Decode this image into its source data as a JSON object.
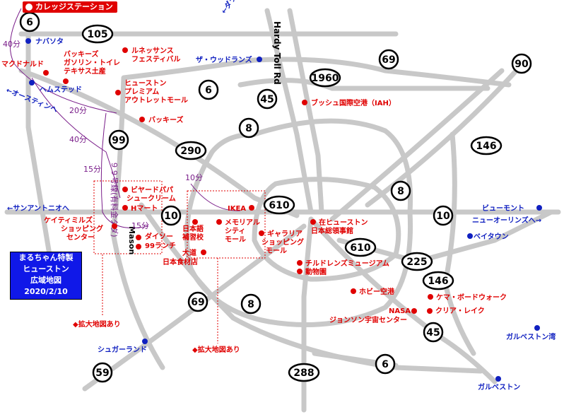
{
  "header_badge": "カレッジステーション",
  "info_box": {
    "line1": "まるちゃん特製",
    "line2": "ヒューストン",
    "line3": "広域地図",
    "line4": "2020/2/10"
  },
  "routes": {
    "r6a": "6",
    "r105": "105",
    "r69a": "69",
    "r90": "90",
    "r1960": "1960",
    "r6b": "6",
    "r45a": "45",
    "r8a": "8",
    "r99": "99",
    "r290": "290",
    "r146a": "146",
    "r8b": "8",
    "r610a": "610",
    "r10a": "10",
    "r10b": "10",
    "r610b": "610",
    "r225": "225",
    "r146b": "146",
    "r69b": "69",
    "r8c": "8",
    "r45b": "45",
    "r288": "288",
    "r6c": "6",
    "r59": "59"
  },
  "road_names": {
    "hardy": "Hardy Toll Rd",
    "mason": "Mason",
    "toll99": "９９号線(有料金タダ)"
  },
  "directions": {
    "dallas": "←ダラスへ",
    "austin": "←オースティンへ",
    "san_antonio": "←サンアントニオへ",
    "new_orleans": "ニューオーリンズへ→"
  },
  "times": {
    "t40a": "40分",
    "t20": "20分",
    "t40b": "40分",
    "t15a": "15分",
    "t10": "10分",
    "t15b": "15分"
  },
  "places_blue": {
    "navasota": "ナバソタ",
    "woodlands": "ザ・ウッドランズ",
    "hempstead": "ヘムステッド",
    "beaumont": "ビューモント",
    "baytown": "ベイタウン",
    "sugarland": "シュガーランド",
    "galveston_bay": "ガルベストン湾",
    "galveston": "ガルベストン"
  },
  "places_red": {
    "mcdonalds": "マクドナルド",
    "buckees1a": "バッキーズ",
    "buckees1b": "ガソリン・トイレ",
    "buckees1c": "テキサス土産",
    "renaissance1": "ルネッサンス",
    "renaissance2": "フェスティバル",
    "outlet1": "ヒューストン",
    "outlet2": "プレミアム",
    "outlet3": "アウトレットモール",
    "buckees2": "バッキーズ",
    "bush": "ブッシュ国際空港（IAH）",
    "beard1": "ビヤードパパ",
    "beard2": "シュークリーム",
    "hmart": "Hマート",
    "katy1": "ケイティミルズ",
    "katy2": "ショッピング",
    "katy3": "センター",
    "daiso": "ダイソー",
    "ranch99": "99ランチ",
    "ikea": "IKEA",
    "memorial1": "メモリアル",
    "memorial2": "シティ",
    "memorial3": "モール",
    "galleria1": "ギャラリア",
    "galleria2": "ショッピング",
    "galleria3": "モール",
    "consulate1": "在ヒューストン",
    "consulate2": "日本総領事館",
    "school1": "日本語",
    "school2": "補習校",
    "daido1": "大道",
    "daido2": "日本食材店",
    "childrens": "チルドレンズミュージアム",
    "zoo": "動物園",
    "hobby": "ホビー空港",
    "kemah": "ケマ・ボードウォーク",
    "nasa": "NASA",
    "clearlake": "クリア・レイク",
    "jsc": "ジョンソン宇宙センター",
    "zoom1": "◆拡大地図あり",
    "zoom2": "◆拡大地図あり"
  },
  "colors": {
    "road": "#c8c8c8",
    "red": "#e00000",
    "blue": "#1020c0",
    "purple": "#7a1e8a",
    "box": "#1018e8"
  }
}
